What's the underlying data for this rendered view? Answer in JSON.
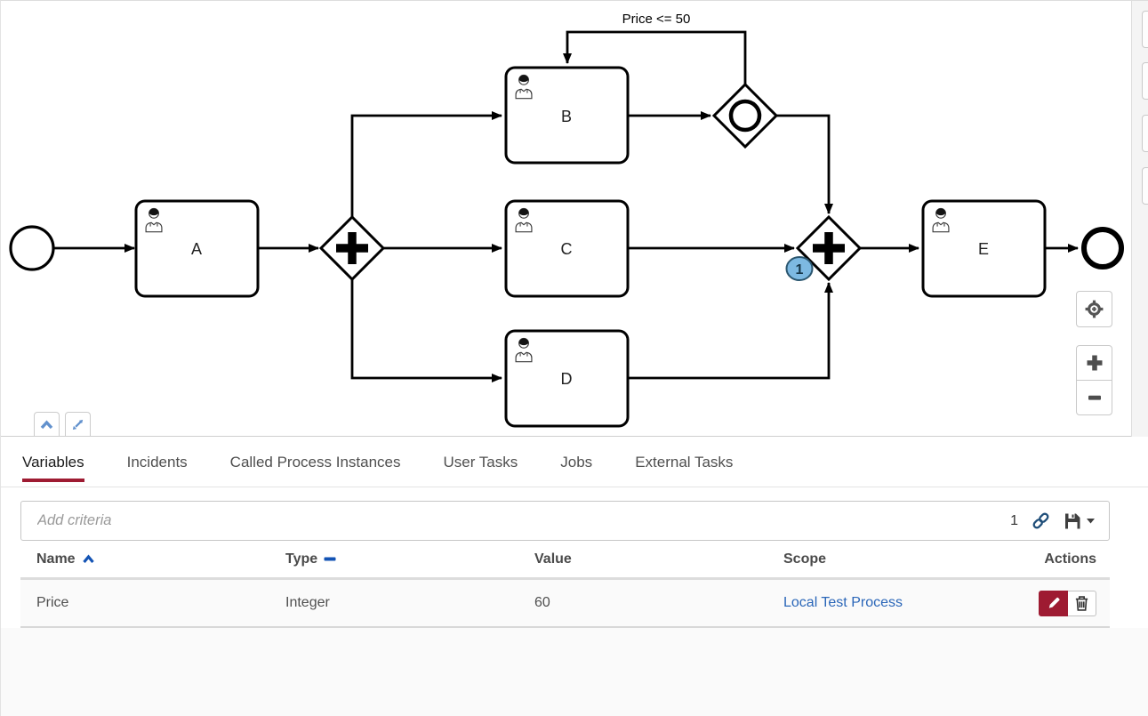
{
  "diagram": {
    "edge_label": "Price <= 50",
    "badge_count": "1",
    "tasks": [
      {
        "label": "A"
      },
      {
        "label": "B"
      },
      {
        "label": "C"
      },
      {
        "label": "D"
      },
      {
        "label": "E"
      }
    ]
  },
  "tabs": {
    "items": [
      {
        "label": "Variables",
        "active": true
      },
      {
        "label": "Incidents",
        "active": false
      },
      {
        "label": "Called Process Instances",
        "active": false
      },
      {
        "label": "User Tasks",
        "active": false
      },
      {
        "label": "Jobs",
        "active": false
      },
      {
        "label": "External Tasks",
        "active": false
      }
    ]
  },
  "filter": {
    "placeholder": "Add criteria",
    "result_count": "1"
  },
  "table": {
    "headers": {
      "name": "Name",
      "type": "Type",
      "value": "Value",
      "scope": "Scope",
      "actions": "Actions"
    },
    "rows": [
      {
        "name": "Price",
        "type": "Integer",
        "value": "60",
        "scope": "Local Test Process"
      }
    ]
  },
  "colors": {
    "accent_red": "#9e1b32",
    "sort_icon_blue": "#1353b4",
    "link_blue": "#2a66b8",
    "badge_fill": "#7db9e2",
    "badge_border": "#2b566f",
    "control_icon_blue": "#6291cd"
  }
}
